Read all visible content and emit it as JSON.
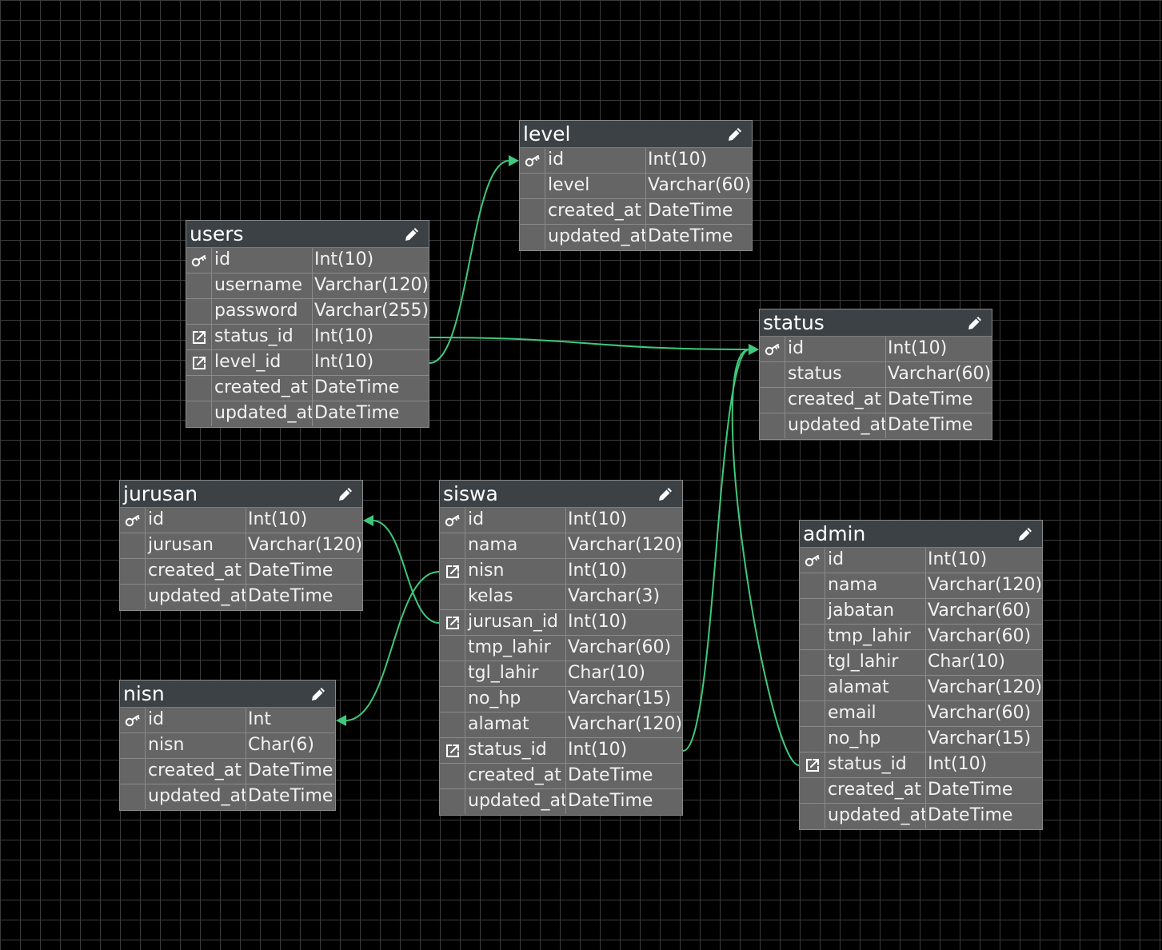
{
  "colors": {
    "connector": "#3ec97c",
    "header": "#3b4144",
    "body": "#656565",
    "text": "#f2f2f2"
  },
  "tables": [
    {
      "key": "users",
      "name": "users",
      "columns": [
        {
          "icon": "key-icon",
          "name": "id",
          "type": "Int(10)"
        },
        {
          "icon": "",
          "name": "username",
          "type": "Varchar(120)"
        },
        {
          "icon": "",
          "name": "password",
          "type": "Varchar(255)"
        },
        {
          "icon": "foreign-key-icon",
          "name": "status_id",
          "type": "Int(10)"
        },
        {
          "icon": "foreign-key-icon",
          "name": "level_id",
          "type": "Int(10)"
        },
        {
          "icon": "",
          "name": "created_at",
          "type": "DateTime"
        },
        {
          "icon": "",
          "name": "updated_at",
          "type": "DateTime"
        }
      ]
    },
    {
      "key": "level",
      "name": "level",
      "columns": [
        {
          "icon": "key-icon",
          "name": "id",
          "type": "Int(10)"
        },
        {
          "icon": "",
          "name": "level",
          "type": "Varchar(60)"
        },
        {
          "icon": "",
          "name": "created_at",
          "type": "DateTime"
        },
        {
          "icon": "",
          "name": "updated_at",
          "type": "DateTime"
        }
      ]
    },
    {
      "key": "status",
      "name": "status",
      "columns": [
        {
          "icon": "key-icon",
          "name": "id",
          "type": "Int(10)"
        },
        {
          "icon": "",
          "name": "status",
          "type": "Varchar(60)"
        },
        {
          "icon": "",
          "name": "created_at",
          "type": "DateTime"
        },
        {
          "icon": "",
          "name": "updated_at",
          "type": "DateTime"
        }
      ]
    },
    {
      "key": "jurusan",
      "name": "jurusan",
      "columns": [
        {
          "icon": "key-icon",
          "name": "id",
          "type": "Int(10)"
        },
        {
          "icon": "",
          "name": "jurusan",
          "type": "Varchar(120)"
        },
        {
          "icon": "",
          "name": "created_at",
          "type": "DateTime"
        },
        {
          "icon": "",
          "name": "updated_at",
          "type": "DateTime"
        }
      ]
    },
    {
      "key": "siswa",
      "name": "siswa",
      "columns": [
        {
          "icon": "key-icon",
          "name": "id",
          "type": "Int(10)"
        },
        {
          "icon": "",
          "name": "nama",
          "type": "Varchar(120)"
        },
        {
          "icon": "foreign-key-icon",
          "name": "nisn",
          "type": "Int(10)"
        },
        {
          "icon": "",
          "name": "kelas",
          "type": "Varchar(3)"
        },
        {
          "icon": "foreign-key-icon",
          "name": "jurusan_id",
          "type": "Int(10)"
        },
        {
          "icon": "",
          "name": "tmp_lahir",
          "type": "Varchar(60)"
        },
        {
          "icon": "",
          "name": "tgl_lahir",
          "type": "Char(10)"
        },
        {
          "icon": "",
          "name": "no_hp",
          "type": "Varchar(15)"
        },
        {
          "icon": "",
          "name": "alamat",
          "type": "Varchar(120)"
        },
        {
          "icon": "foreign-key-icon",
          "name": "status_id",
          "type": "Int(10)"
        },
        {
          "icon": "",
          "name": "created_at",
          "type": "DateTime"
        },
        {
          "icon": "",
          "name": "updated_at",
          "type": "DateTime"
        }
      ]
    },
    {
      "key": "nisn",
      "name": "nisn",
      "columns": [
        {
          "icon": "key-icon",
          "name": "id",
          "type": "Int"
        },
        {
          "icon": "",
          "name": "nisn",
          "type": "Char(6)"
        },
        {
          "icon": "",
          "name": "created_at",
          "type": "DateTime"
        },
        {
          "icon": "",
          "name": "updated_at",
          "type": "DateTime"
        }
      ]
    },
    {
      "key": "admin",
      "name": "admin",
      "columns": [
        {
          "icon": "key-icon",
          "name": "id",
          "type": "Int(10)"
        },
        {
          "icon": "",
          "name": "nama",
          "type": "Varchar(120)"
        },
        {
          "icon": "",
          "name": "jabatan",
          "type": "Varchar(60)"
        },
        {
          "icon": "",
          "name": "tmp_lahir",
          "type": "Varchar(60)"
        },
        {
          "icon": "",
          "name": "tgl_lahir",
          "type": "Char(10)"
        },
        {
          "icon": "",
          "name": "alamat",
          "type": "Varchar(120)"
        },
        {
          "icon": "",
          "name": "email",
          "type": "Varchar(60)"
        },
        {
          "icon": "",
          "name": "no_hp",
          "type": "Varchar(15)"
        },
        {
          "icon": "foreign-key-icon",
          "name": "status_id",
          "type": "Int(10)"
        },
        {
          "icon": "",
          "name": "created_at",
          "type": "DateTime"
        },
        {
          "icon": "",
          "name": "updated_at",
          "type": "DateTime"
        }
      ]
    }
  ],
  "relations": [
    {
      "from_table": "users",
      "from_column": "level_id",
      "to_table": "level",
      "to_column": "id"
    },
    {
      "from_table": "users",
      "from_column": "status_id",
      "to_table": "status",
      "to_column": "id"
    },
    {
      "from_table": "siswa",
      "from_column": "status_id",
      "to_table": "status",
      "to_column": "id"
    },
    {
      "from_table": "admin",
      "from_column": "status_id",
      "to_table": "status",
      "to_column": "id"
    },
    {
      "from_table": "siswa",
      "from_column": "jurusan_id",
      "to_table": "jurusan",
      "to_column": "id"
    },
    {
      "from_table": "siswa",
      "from_column": "nisn",
      "to_table": "nisn",
      "to_column": "id"
    }
  ]
}
